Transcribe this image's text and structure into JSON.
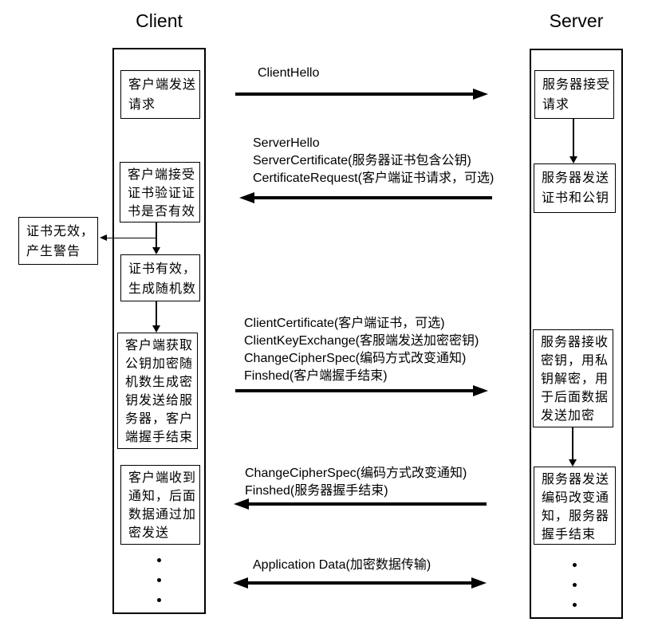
{
  "titles": {
    "client": "Client",
    "server": "Server"
  },
  "client_steps": [
    "客户端发送\n请求",
    "客户端接受\n证书验证证\n书是否有效",
    "证书有效，\n生成随机数",
    "客户端获取\n公钥加密随\n机数生成密\n钥发送给服\n务器，客户\n端握手结束",
    "客户端收到\n通知，后面\n数据通过加\n密发送"
  ],
  "server_steps": [
    "服务器接受\n请求",
    "服务器发送\n证书和公钥",
    "服务器接收\n密钥，用私\n钥解密，用\n于后面数据\n发送加密",
    "服务器发送\n编码改变通\n知，服务器\n握手结束"
  ],
  "warning_box": "证书无效，\n产生警告",
  "messages": [
    {
      "direction": "right",
      "lines": [
        "ClientHello"
      ]
    },
    {
      "direction": "left",
      "lines": [
        "ServerHello",
        "ServerCertificate(服务器证书包含公钥)",
        "CertificateRequest(客户端证书请求，可选)"
      ]
    },
    {
      "direction": "right",
      "lines": [
        "ClientCertificate(客户端证书，可选)",
        "ClientKeyExchange(客服端发送加密密钥)",
        "ChangeCipherSpec(编码方式改变通知)",
        "Finshed(客户端握手结束)"
      ]
    },
    {
      "direction": "left",
      "lines": [
        "ChangeCipherSpec(编码方式改变通知)",
        "Finshed(服务器握手结束)"
      ]
    },
    {
      "direction": "both",
      "lines": [
        "Application Data(加密数据传输)"
      ]
    }
  ],
  "colors": {
    "line": "#000000",
    "text": "#000000",
    "background": "#ffffff"
  }
}
